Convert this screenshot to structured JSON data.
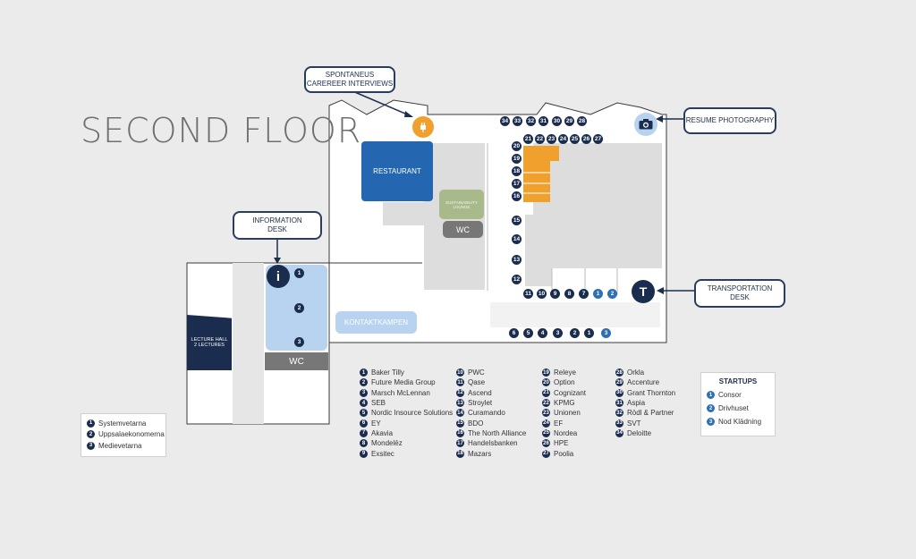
{
  "floor_title": "SECOND FLOOR",
  "callouts": {
    "spontaneous": "SPONTANEUS CAREREER INTERVIEWS",
    "resume_photo": "RESUME PHOTOGRAPHY",
    "information": "INFORMATION DESK",
    "transportation": "TRANSPORTATION DESK"
  },
  "rooms": {
    "restaurant": "RESTAURANT",
    "sustainability": "SUSTAINABILITY LOUNGE",
    "wc_upper": "WC",
    "wc_lower": "WC",
    "kontaktkampen": "KONTAKTKAMPEN",
    "lecture_hall": "LECTURE HALL 2 LECTURES",
    "info_icon": "i",
    "transport_icon": "T"
  },
  "colors": {
    "navy": "#1b2d4f",
    "blue_accent": "#2f6fb5",
    "restaurant": "#2466b0",
    "orange": "#f0a02c",
    "light_blue": "#b7d3ef",
    "green": "#a8b98a",
    "gray_block": "#d8d8d8",
    "wc": "#777777"
  },
  "info_dots": [
    "1",
    "2",
    "3"
  ],
  "booths": {
    "top_row": [
      "34",
      "33",
      "32",
      "31",
      "30",
      "29",
      "28"
    ],
    "second_row": [
      "21",
      "22",
      "23",
      "24",
      "25",
      "26",
      "27"
    ],
    "left_col": [
      "20",
      "19",
      "18",
      "17",
      "16",
      "15",
      "14",
      "13",
      "12"
    ],
    "middle_row": [
      "11",
      "10",
      "9",
      "8",
      "7",
      "1",
      "2"
    ],
    "bottom_row": [
      "6",
      "5",
      "4",
      "3",
      "2",
      "1",
      "3"
    ]
  },
  "companies_col1": [
    {
      "n": "1",
      "name": "Baker Tilly"
    },
    {
      "n": "2",
      "name": "Future Media Group"
    },
    {
      "n": "3",
      "name": "Marsch McLennan"
    },
    {
      "n": "4",
      "name": "SEB"
    },
    {
      "n": "5",
      "name": "Nordic Insource Solutions"
    },
    {
      "n": "6",
      "name": "EY"
    },
    {
      "n": "7",
      "name": "Akavia"
    },
    {
      "n": "8",
      "name": "Mondelēz"
    },
    {
      "n": "9",
      "name": "Exsitec"
    }
  ],
  "companies_col2": [
    {
      "n": "10",
      "name": "PWC"
    },
    {
      "n": "11",
      "name": "Qase"
    },
    {
      "n": "12",
      "name": "Ascend"
    },
    {
      "n": "13",
      "name": "Stroylet"
    },
    {
      "n": "14",
      "name": "Curamando"
    },
    {
      "n": "15",
      "name": "BDO"
    },
    {
      "n": "16",
      "name": "The North Alliance"
    },
    {
      "n": "17",
      "name": "Handelsbanken"
    },
    {
      "n": "18",
      "name": "Mazars"
    }
  ],
  "companies_col3": [
    {
      "n": "19",
      "name": "Releye"
    },
    {
      "n": "20",
      "name": "Option"
    },
    {
      "n": "21",
      "name": "Cognizant"
    },
    {
      "n": "22",
      "name": "KPMG"
    },
    {
      "n": "23",
      "name": "Unionen"
    },
    {
      "n": "24",
      "name": "EF"
    },
    {
      "n": "25",
      "name": "Nordea"
    },
    {
      "n": "26",
      "name": "HPE"
    },
    {
      "n": "27",
      "name": "Poolia"
    }
  ],
  "companies_col4": [
    {
      "n": "28",
      "name": "Orkla"
    },
    {
      "n": "29",
      "name": "Accenture"
    },
    {
      "n": "30",
      "name": "Grant Thornton"
    },
    {
      "n": "31",
      "name": "Aspia"
    },
    {
      "n": "32",
      "name": "Rödl & Partner"
    },
    {
      "n": "33",
      "name": "SVT"
    },
    {
      "n": "34",
      "name": "Deloitte"
    }
  ],
  "startups": {
    "title": "STARTUPS",
    "items": [
      {
        "n": "1",
        "name": "Consor"
      },
      {
        "n": "2",
        "name": "Drivhuset"
      },
      {
        "n": "3",
        "name": "Nod Klädning"
      }
    ]
  },
  "info_legend": [
    {
      "n": "1",
      "name": "Systemvetarna"
    },
    {
      "n": "2",
      "name": "Uppsalaekonomerna"
    },
    {
      "n": "3",
      "name": "Medievetarna"
    }
  ]
}
